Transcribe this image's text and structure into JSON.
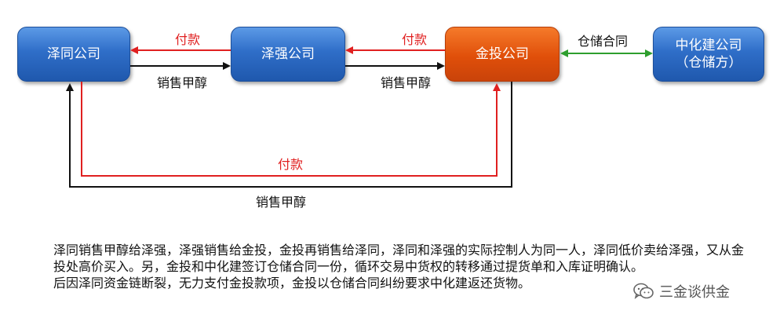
{
  "nodes": {
    "zetong": {
      "label": "泽同公司"
    },
    "zeqiang": {
      "label": "泽强公司"
    },
    "jintou": {
      "label": "金投公司"
    },
    "zhonghuajian": {
      "line1": "中化建公司",
      "line2": "（仓储方）"
    }
  },
  "edges": {
    "pay_top_left": "付款",
    "sell_top_left": "销售甲醇",
    "pay_top_right": "付款",
    "sell_top_right": "销售甲醇",
    "warehouse_contract": "仓储合同",
    "pay_bottom": "付款",
    "sell_bottom": "销售甲醇"
  },
  "description": {
    "para1": "泽同销售甲醇给泽强，泽强销售给金投，金投再销售给泽同，泽同和泽强的实际控制人为同一人，泽同低价卖给泽强，又从金投处高价买入。另，金投和中化建签订仓储合同一份，循环交易中货权的转移通过提货单和入库证明确认。",
    "para2": "后因泽同资金链断裂，无力支付金投款项，金投以仓储合同纠纷要求中化建返还货物。"
  },
  "watermark": {
    "text": "三金谈供金",
    "icon": "wechat-icon"
  },
  "colors": {
    "blue": "#2f6ec8",
    "orange": "#e04f0a",
    "red": "#e02020",
    "green": "#2e9e2e",
    "black": "#111111"
  }
}
